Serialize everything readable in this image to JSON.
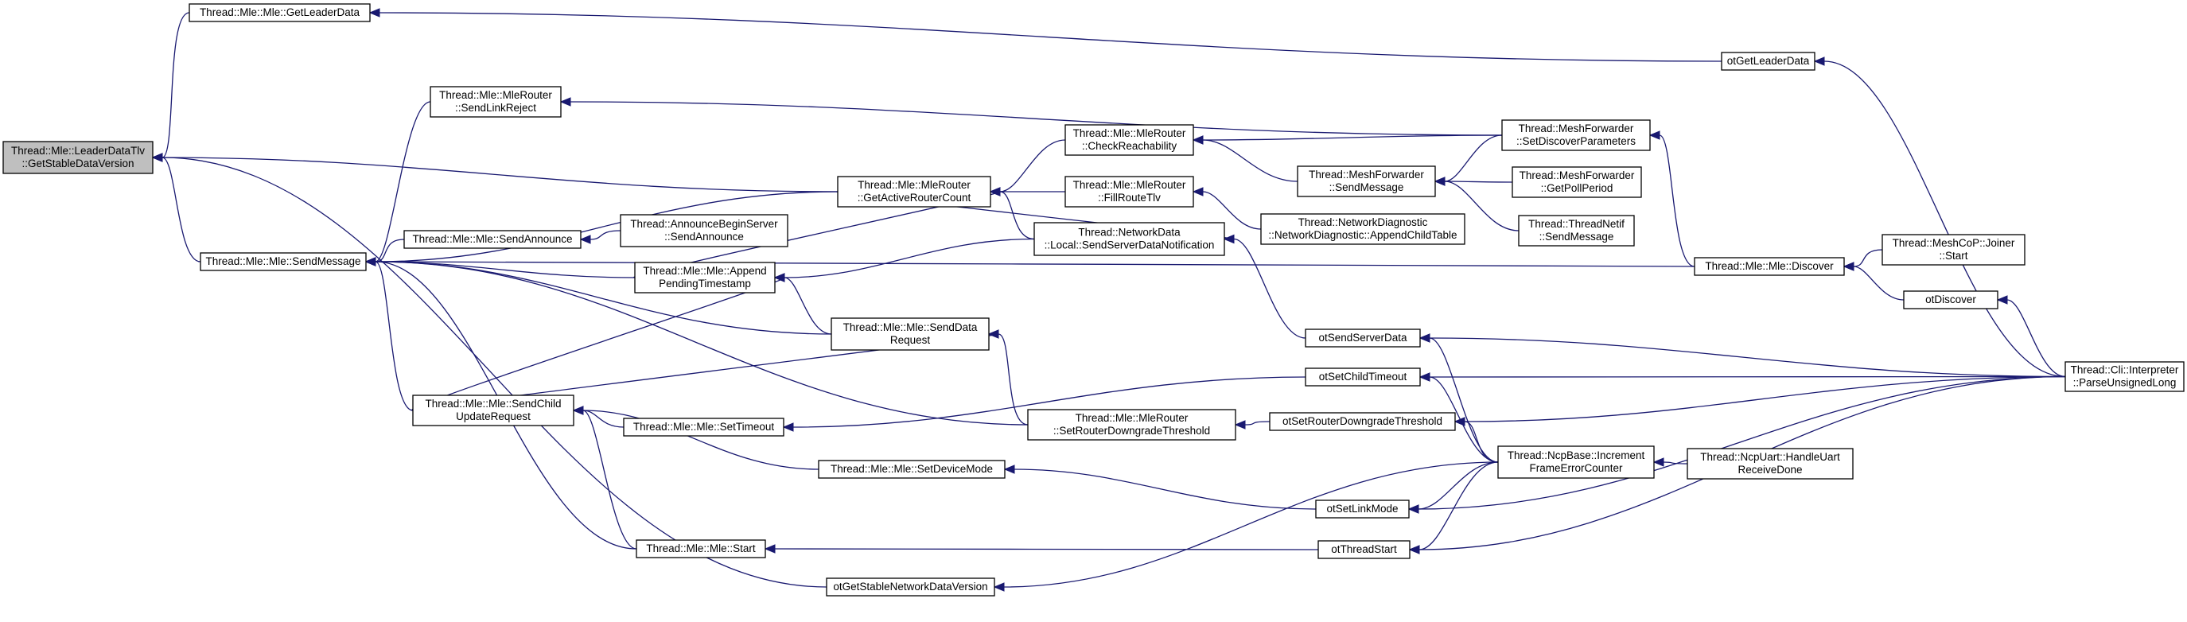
{
  "diagram": {
    "title": "",
    "edge_color": "#191970",
    "root_fill": "#bfbfbf",
    "nodes": [
      {
        "id": "root",
        "lines": [
          "Thread::Mle::LeaderDataTlv",
          "::GetStableDataVersion"
        ]
      },
      {
        "id": "getleaderdata",
        "lines": [
          "Thread::Mle::Mle::GetLeaderData"
        ]
      },
      {
        "id": "sendlinkreject",
        "lines": [
          "Thread::Mle::MleRouter",
          "::SendLinkReject"
        ]
      },
      {
        "id": "sendmessage",
        "lines": [
          "Thread::Mle::Mle::SendMessage"
        ]
      },
      {
        "id": "getactiveroutercount",
        "lines": [
          "Thread::Mle::MleRouter",
          "::GetActiveRouterCount"
        ]
      },
      {
        "id": "sendannounce",
        "lines": [
          "Thread::Mle::Mle::SendAnnounce"
        ]
      },
      {
        "id": "announcebegin",
        "lines": [
          "Thread::AnnounceBeginServer",
          "::SendAnnounce"
        ]
      },
      {
        "id": "appendpending",
        "lines": [
          "Thread::Mle::Mle::Append",
          "PendingTimestamp"
        ]
      },
      {
        "id": "senddatarequest",
        "lines": [
          "Thread::Mle::Mle::SendData",
          "Request"
        ]
      },
      {
        "id": "sendchildupdate",
        "lines": [
          "Thread::Mle::Mle::SendChild",
          "UpdateRequest"
        ]
      },
      {
        "id": "settimeout",
        "lines": [
          "Thread::Mle::Mle::SetTimeout"
        ]
      },
      {
        "id": "setdevicemode",
        "lines": [
          "Thread::Mle::Mle::SetDeviceMode"
        ]
      },
      {
        "id": "mlestart",
        "lines": [
          "Thread::Mle::Mle::Start"
        ]
      },
      {
        "id": "otgetstable",
        "lines": [
          "otGetStableNetworkDataVersion"
        ]
      },
      {
        "id": "checkreach",
        "lines": [
          "Thread::Mle::MleRouter",
          "::CheckReachability"
        ]
      },
      {
        "id": "fillroute",
        "lines": [
          "Thread::Mle::MleRouter",
          "::FillRouteTlv"
        ]
      },
      {
        "id": "netdatanotif",
        "lines": [
          "Thread::NetworkData",
          "::Local::SendServerDataNotification"
        ]
      },
      {
        "id": "routerdowngrade",
        "lines": [
          "Thread::Mle::MleRouter",
          "::SetRouterDowngradeThreshold"
        ]
      },
      {
        "id": "meshsendmsg",
        "lines": [
          "Thread::MeshForwarder",
          "::SendMessage"
        ]
      },
      {
        "id": "netdiag",
        "lines": [
          "Thread::NetworkDiagnostic",
          "::NetworkDiagnostic::AppendChildTable"
        ]
      },
      {
        "id": "otsendserver",
        "lines": [
          "otSendServerData"
        ]
      },
      {
        "id": "otsetchildtimeout",
        "lines": [
          "otSetChildTimeout"
        ]
      },
      {
        "id": "otsetrouterdown",
        "lines": [
          "otSetRouterDowngradeThreshold"
        ]
      },
      {
        "id": "otsetlinkmode",
        "lines": [
          "otSetLinkMode"
        ]
      },
      {
        "id": "otthreadstart",
        "lines": [
          "otThreadStart"
        ]
      },
      {
        "id": "otgetleaderdata",
        "lines": [
          "otGetLeaderData"
        ]
      },
      {
        "id": "setdiscover",
        "lines": [
          "Thread::MeshForwarder",
          "::SetDiscoverParameters"
        ]
      },
      {
        "id": "getpoll",
        "lines": [
          "Thread::MeshForwarder",
          "::GetPollPeriod"
        ]
      },
      {
        "id": "threadnetif",
        "lines": [
          "Thread::ThreadNetif",
          "::SendMessage"
        ]
      },
      {
        "id": "discover",
        "lines": [
          "Thread::Mle::Mle::Discover"
        ]
      },
      {
        "id": "ncpbase",
        "lines": [
          "Thread::NcpBase::Increment",
          "FrameErrorCounter"
        ]
      },
      {
        "id": "joinerstart",
        "lines": [
          "Thread::MeshCoP::Joiner",
          "::Start"
        ]
      },
      {
        "id": "otdiscover",
        "lines": [
          "otDiscover"
        ]
      },
      {
        "id": "ncpuart",
        "lines": [
          "Thread::NcpUart::HandleUart",
          "ReceiveDone"
        ]
      },
      {
        "id": "cliparse",
        "lines": [
          "Thread::Cli::Interpreter",
          "::ParseUnsignedLong"
        ]
      }
    ],
    "edges": [
      [
        "getleaderdata",
        "root"
      ],
      [
        "getactiveroutercount",
        "root"
      ],
      [
        "sendmessage",
        "root"
      ],
      [
        "otgetstable",
        "root"
      ],
      [
        "otgetleaderdata",
        "getleaderdata"
      ],
      [
        "setdiscover",
        "sendlinkreject"
      ],
      [
        "sendlinkreject",
        "sendmessage"
      ],
      [
        "getactiveroutercount",
        "sendmessage"
      ],
      [
        "sendannounce",
        "sendmessage"
      ],
      [
        "appendpending",
        "sendmessage"
      ],
      [
        "senddatarequest",
        "sendmessage"
      ],
      [
        "sendchildupdate",
        "sendmessage"
      ],
      [
        "mlestart",
        "sendmessage"
      ],
      [
        "discover",
        "sendmessage"
      ],
      [
        "routerdowngrade",
        "sendmessage"
      ],
      [
        "announcebegin",
        "sendannounce"
      ],
      [
        "checkreach",
        "getactiveroutercount"
      ],
      [
        "fillroute",
        "getactiveroutercount"
      ],
      [
        "netdatanotif",
        "getactiveroutercount"
      ],
      [
        "appendpending",
        "getactiveroutercount"
      ],
      [
        "getactiveroutercount",
        "netdatanotif"
      ],
      [
        "netdatanotif",
        "appendpending"
      ],
      [
        "sendchildupdate",
        "appendpending"
      ],
      [
        "senddatarequest",
        "appendpending"
      ],
      [
        "sendchildupdate",
        "senddatarequest"
      ],
      [
        "routerdowngrade",
        "senddatarequest"
      ],
      [
        "settimeout",
        "sendchildupdate"
      ],
      [
        "setdevicemode",
        "sendchildupdate"
      ],
      [
        "mlestart",
        "sendchildupdate"
      ],
      [
        "otsetchildtimeout",
        "settimeout"
      ],
      [
        "otsetlinkmode",
        "setdevicemode"
      ],
      [
        "otthreadstart",
        "mlestart"
      ],
      [
        "ncpbase",
        "otgetstable"
      ],
      [
        "setdiscover",
        "checkreach"
      ],
      [
        "meshsendmsg",
        "checkreach"
      ],
      [
        "netdiag",
        "fillroute"
      ],
      [
        "otsendserver",
        "netdatanotif"
      ],
      [
        "otsetrouterdown",
        "routerdowngrade"
      ],
      [
        "setdiscover",
        "meshsendmsg"
      ],
      [
        "getpoll",
        "meshsendmsg"
      ],
      [
        "threadnetif",
        "meshsendmsg"
      ],
      [
        "discover",
        "setdiscover"
      ],
      [
        "joinerstart",
        "discover"
      ],
      [
        "otdiscover",
        "discover"
      ],
      [
        "cliparse",
        "otgetleaderdata"
      ],
      [
        "cliparse",
        "otdiscover"
      ],
      [
        "cliparse",
        "otsendserver"
      ],
      [
        "cliparse",
        "otsetchildtimeout"
      ],
      [
        "cliparse",
        "otsetrouterdown"
      ],
      [
        "cliparse",
        "otsetlinkmode"
      ],
      [
        "cliparse",
        "otthreadstart"
      ],
      [
        "ncpbase",
        "otsendserver"
      ],
      [
        "ncpbase",
        "otsetchildtimeout"
      ],
      [
        "ncpbase",
        "otsetrouterdown"
      ],
      [
        "ncpbase",
        "otsetlinkmode"
      ],
      [
        "ncpbase",
        "otthreadstart"
      ],
      [
        "ncpuart",
        "ncpbase"
      ]
    ]
  }
}
